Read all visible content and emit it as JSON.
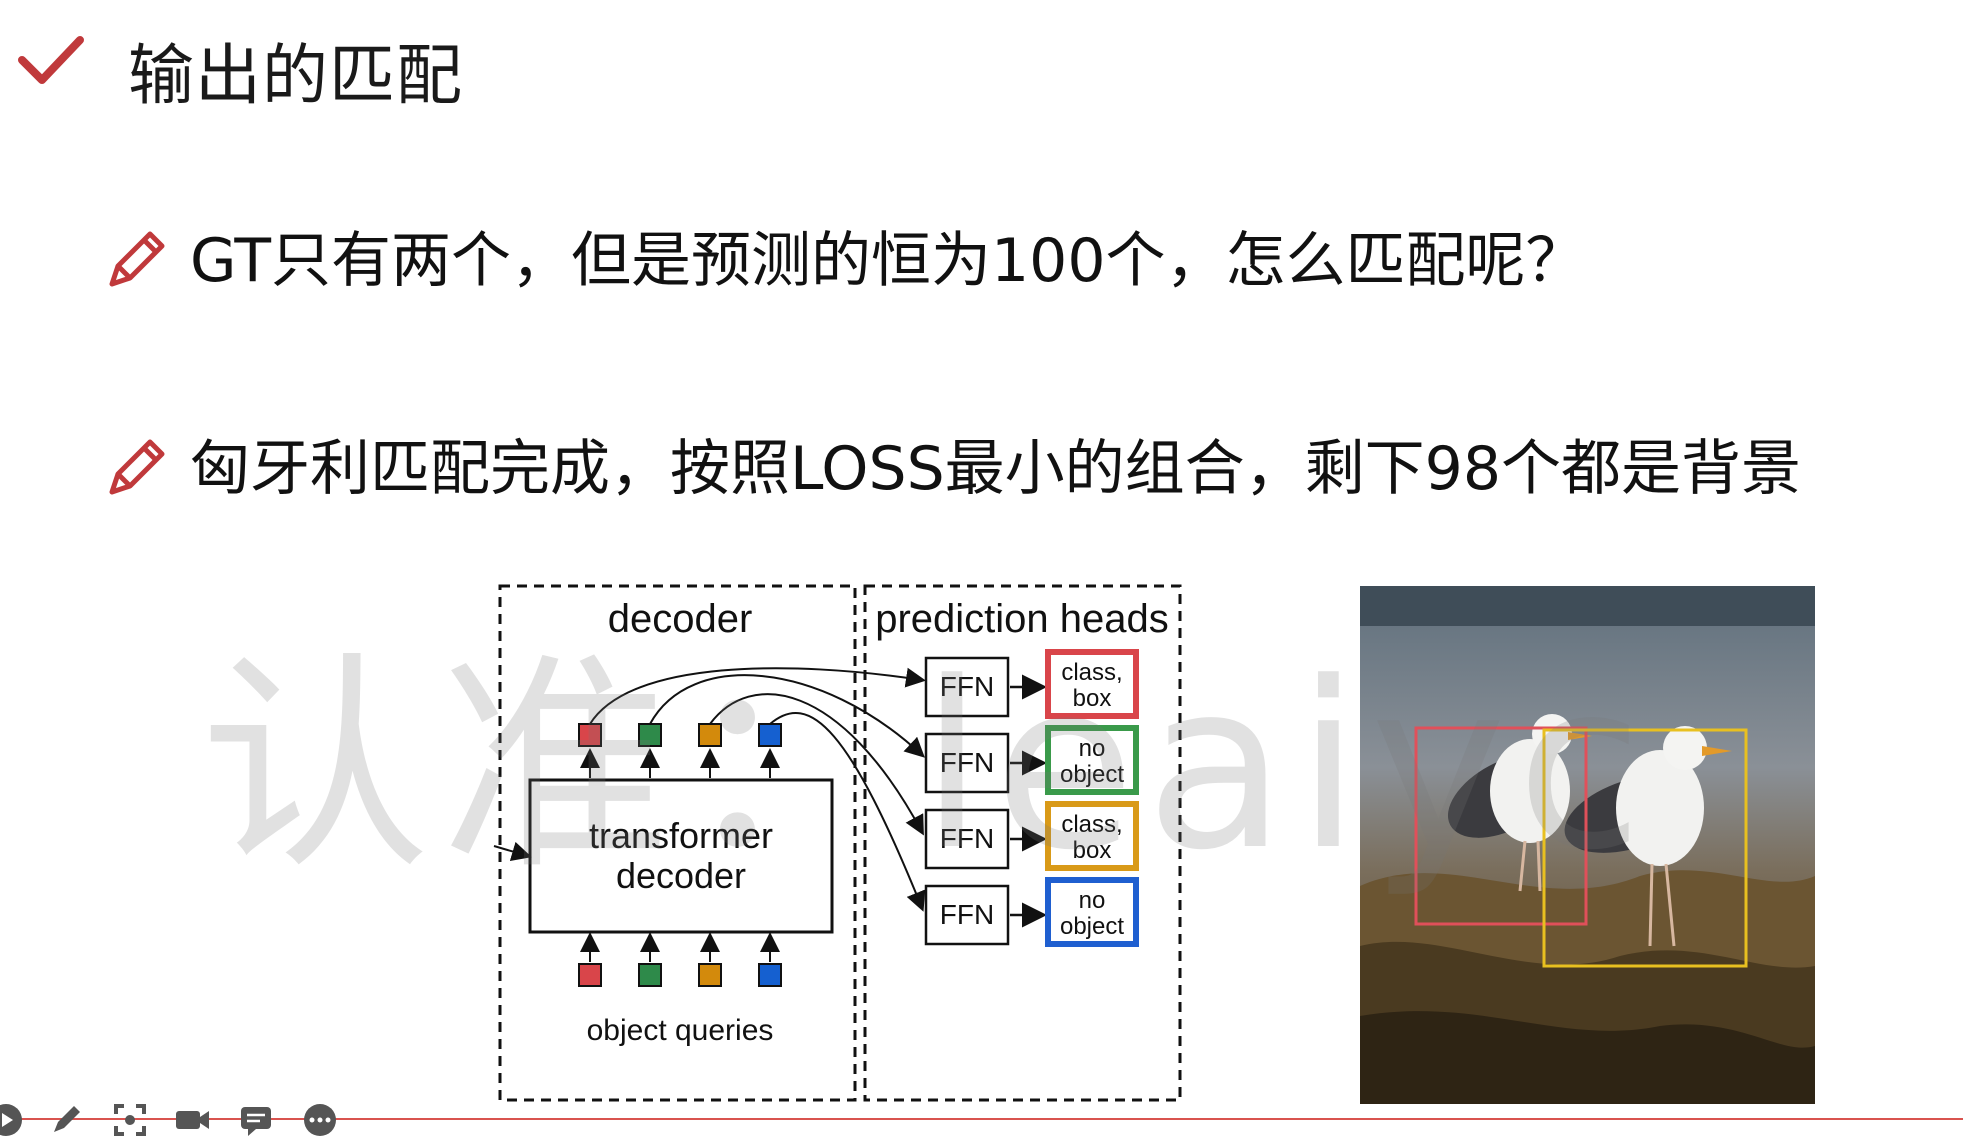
{
  "slide": {
    "title": "输出的匹配",
    "bullets": [
      "GT只有两个，但是预测的恒为100个，怎么匹配呢？",
      "匈牙利匹配完成，按照LOSS最小的组合，剩下98个都是背景"
    ],
    "watermark": "认准：leaiyc"
  },
  "diagram": {
    "decoder_label": "decoder",
    "prediction_heads_label": "prediction heads",
    "transformer_label_line1": "transformer",
    "transformer_label_line2": "decoder",
    "object_queries_label": "object queries",
    "ffn_labels": [
      "FFN",
      "FFN",
      "FFN",
      "FFN"
    ],
    "outputs": [
      {
        "line1": "class,",
        "line2": "box",
        "color": "#d9454a"
      },
      {
        "line1": "no",
        "line2": "object",
        "color": "#3a9a4a"
      },
      {
        "line1": "class,",
        "line2": "box",
        "color": "#d99a18"
      },
      {
        "line1": "no",
        "line2": "object",
        "color": "#1f5fd0"
      }
    ],
    "token_colors": [
      "#d9454a",
      "#2e8a4a",
      "#d38a0c",
      "#1560d0"
    ]
  },
  "photo": {
    "box_colors": [
      "#e0505a",
      "#e8c020"
    ]
  },
  "toolbar": {
    "icons": [
      "play-icon",
      "pen-icon",
      "screenshot-icon",
      "camera-icon",
      "comment-icon",
      "more-icon"
    ]
  }
}
